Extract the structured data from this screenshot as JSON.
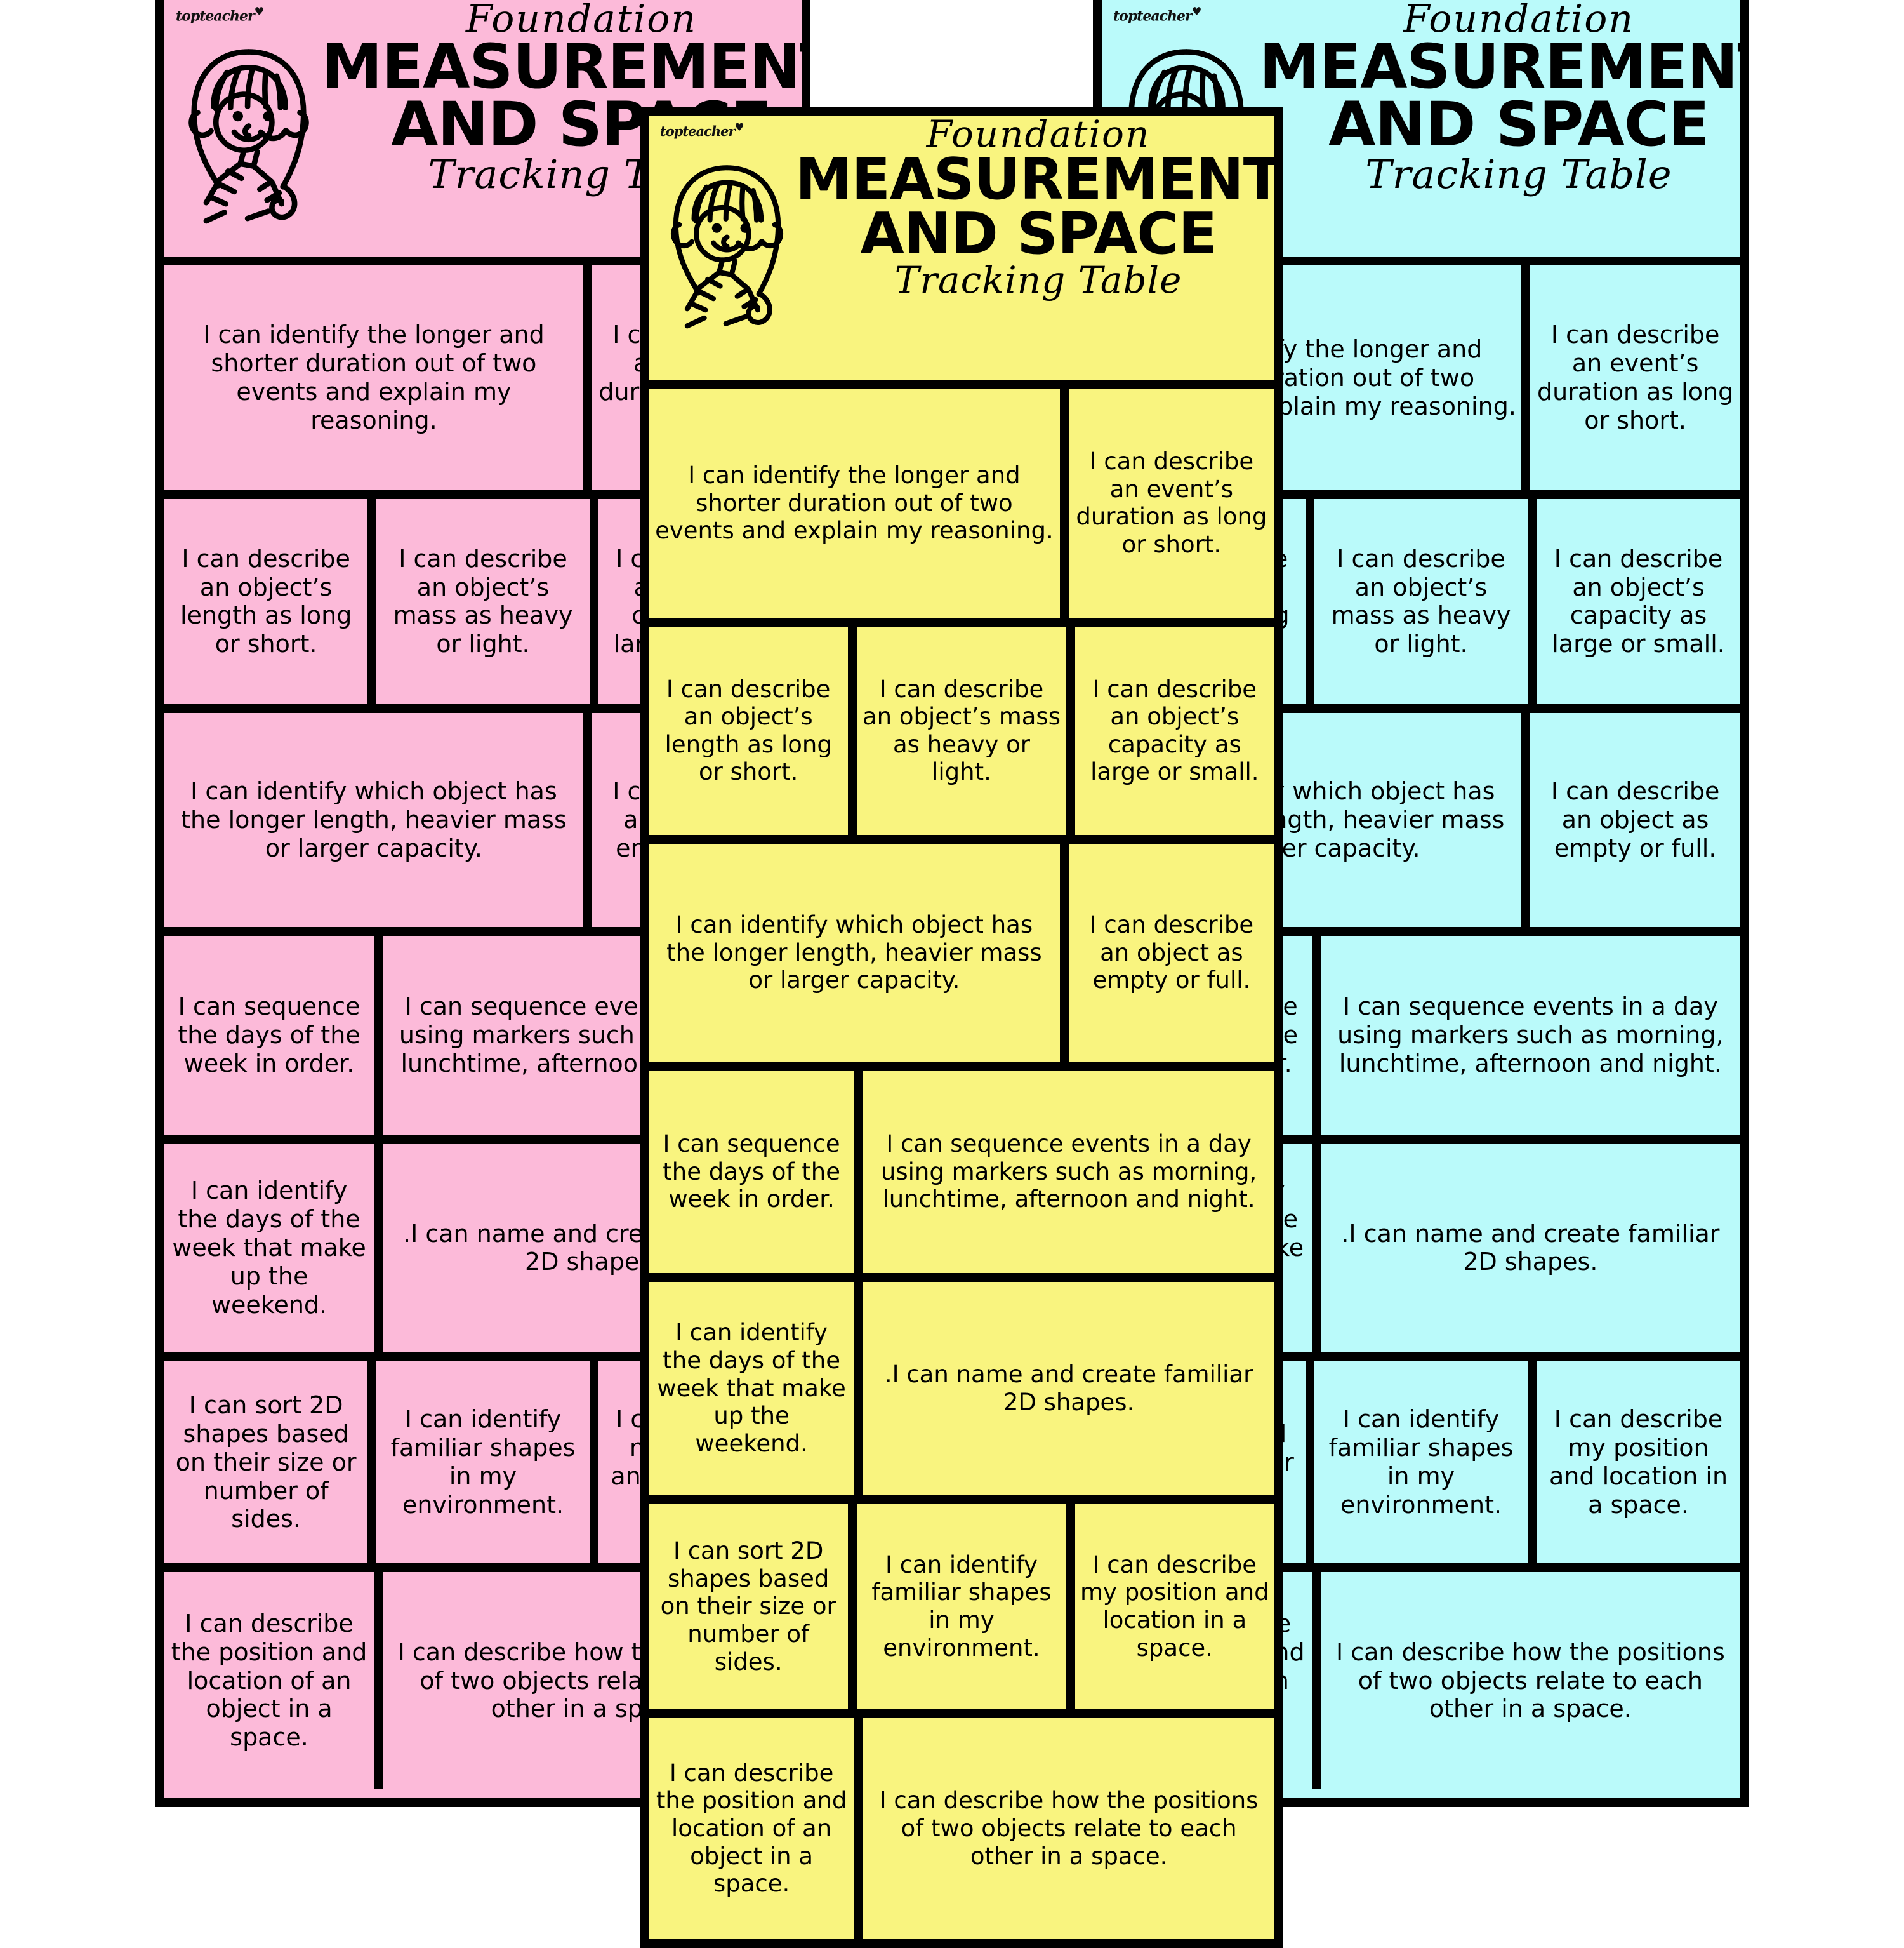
{
  "brand": {
    "logo_text": "topteacher",
    "logo_heart": "♥"
  },
  "header": {
    "level": "Foundation",
    "title_line1": "MEASUREMENT",
    "title_line2": "AND SPACE",
    "subtitle": "Tracking Table"
  },
  "colors": {
    "pink": "#FCBAD9",
    "yellow": "#F9F47F",
    "blue": "#BAFAFA",
    "outline": "#000000"
  },
  "statements": {
    "duration_compare": "I can identify the longer and shorter duration out of two events and explain my reasoning.",
    "event_duration": "I can describe an event’s duration as long or short.",
    "object_length": "I can describe an object’s length as long or short.",
    "object_mass": "I can describe an object’s mass as heavy or light.",
    "object_capacity": "I can describe an object’s capacity as large or small.",
    "which_object": "I can identify which object has the longer length, heavier mass or larger capacity.",
    "empty_full": "I can describe an object as empty or full.",
    "days_order": "I can sequence the days of the week in order.",
    "sequence_events": "I can sequence events in a day using markers such as morning, lunchtime, afternoon and night.",
    "weekend_days": "I can identify the days of the week that make up the weekend.",
    "name_create_2d": ".I can name and create familiar 2D shapes.",
    "sort_2d": "I can sort 2D shapes based on their size or number of sides.",
    "familiar_shapes": "I can identify familiar shapes in my environment.",
    "my_position": "I can describe my position and location in a space.",
    "object_position": "I can describe the position and location of an object in a space.",
    "two_objects": "I can describe how the positions of two objects relate to each other in a space."
  },
  "cards": [
    {
      "name": "pink-tracking-table",
      "color": "pink"
    },
    {
      "name": "blue-tracking-table",
      "color": "blue"
    },
    {
      "name": "yellow-tracking-table",
      "color": "yellow"
    }
  ]
}
